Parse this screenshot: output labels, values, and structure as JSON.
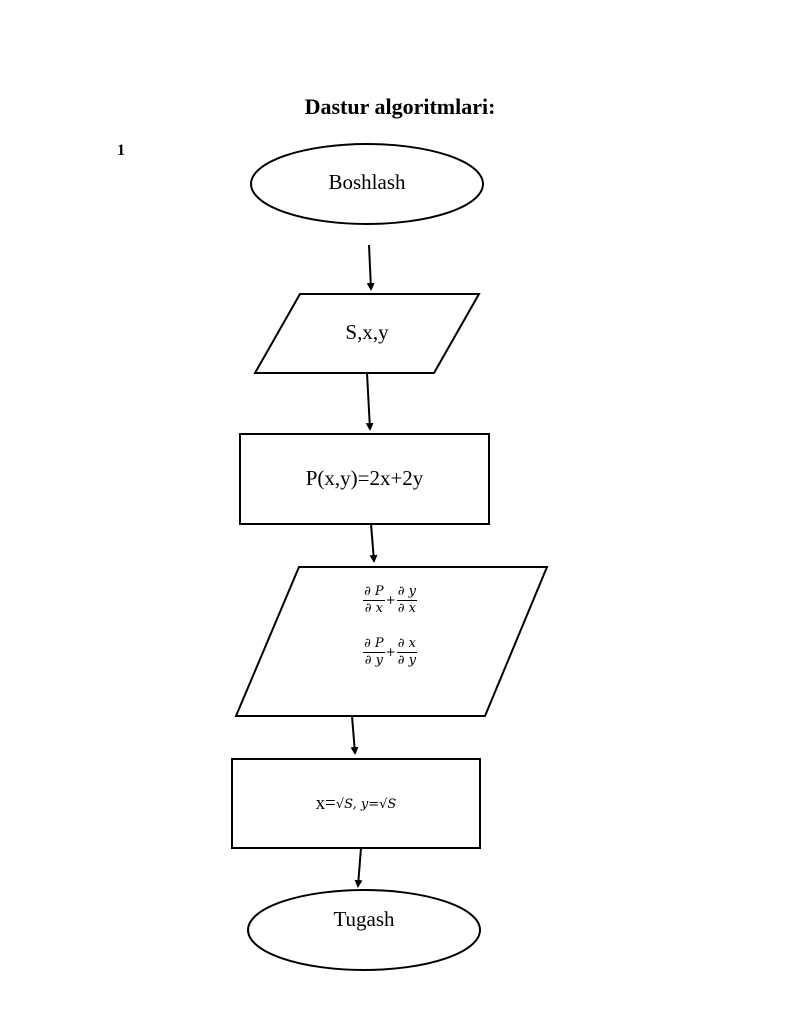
{
  "title": "Dastur algoritmlari:",
  "page_number": "1",
  "flowchart": {
    "start": "Boshlash",
    "input": "S,x,y",
    "process": "P(x,y)=2x+2y",
    "derivatives": {
      "row1": {
        "num1": "∂ P",
        "den1": "∂ x",
        "op": "+",
        "num2": "∂ y",
        "den2": "∂ x"
      },
      "row2": {
        "num1": "∂ P",
        "den1": "∂ y",
        "op": "+",
        "num2": "∂ x",
        "den2": "∂ y"
      }
    },
    "result": {
      "prefix": "x=",
      "expr": "√S, y=√S"
    },
    "end": "Tugash"
  }
}
